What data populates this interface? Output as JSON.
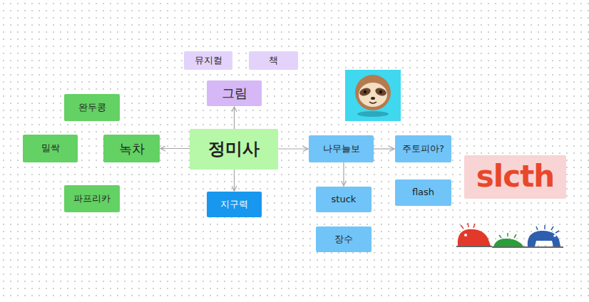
{
  "diagram": {
    "nodes": [
      {
        "text": [
          "뮤지컬"
        ]
      },
      {
        "text": [
          "책"
        ]
      },
      {
        "text": [
          "그림"
        ]
      },
      {
        "text": [
          "완두콩"
        ]
      },
      {
        "text": [
          "밀싹"
        ]
      },
      {
        "text": [
          "녹차"
        ]
      },
      {
        "text": [
          "정미사"
        ]
      },
      {
        "text": [
          "나무늘보"
        ]
      },
      {
        "text": [
          "주토피아?"
        ]
      },
      {
        "text": [
          "slcth"
        ]
      },
      {
        "text": [
          "파프리카"
        ]
      },
      {
        "text": [
          "flash"
        ]
      },
      {
        "text": [
          "stuck"
        ]
      },
      {
        "text": [
          "지구력"
        ]
      },
      {
        "text": [
          "장수"
        ]
      }
    ],
    "edges": [
      {
        "from": 6,
        "to": 2,
        "arrow": "to"
      },
      {
        "from": 6,
        "to": 5,
        "arrow": "to"
      },
      {
        "from": 6,
        "to": 7,
        "arrow": "to"
      },
      {
        "from": 6,
        "to": 13,
        "arrow": "to"
      },
      {
        "from": 7,
        "to": 8,
        "arrow": "to"
      },
      {
        "from": 7,
        "to": 12,
        "arrow": "to"
      }
    ]
  }
}
